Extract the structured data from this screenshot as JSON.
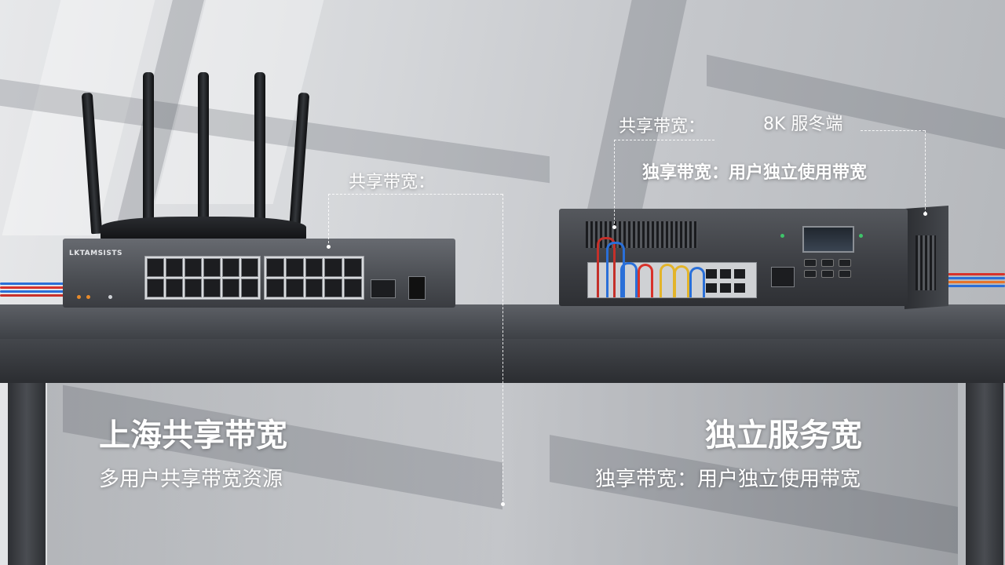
{
  "callouts": {
    "router_label": "共享带宽：",
    "server_label_top": "共享带宽：",
    "server_label_8k": "8K 服冬端",
    "server_label_detail": "独享带宽：用户独立使用带宽"
  },
  "left_caption": {
    "title": "上海共享带宽",
    "subtitle": "多用户共享带宽资源"
  },
  "right_caption": {
    "title": "独立服务宽",
    "subtitle": "独享带宽：用户独立使用带宽"
  },
  "device_labels": {
    "switch_brand": "LKTAMSISTS"
  },
  "colors": {
    "callout_text": "#ffffff",
    "table": "#3e4146",
    "device_body": "#4a4d52"
  }
}
